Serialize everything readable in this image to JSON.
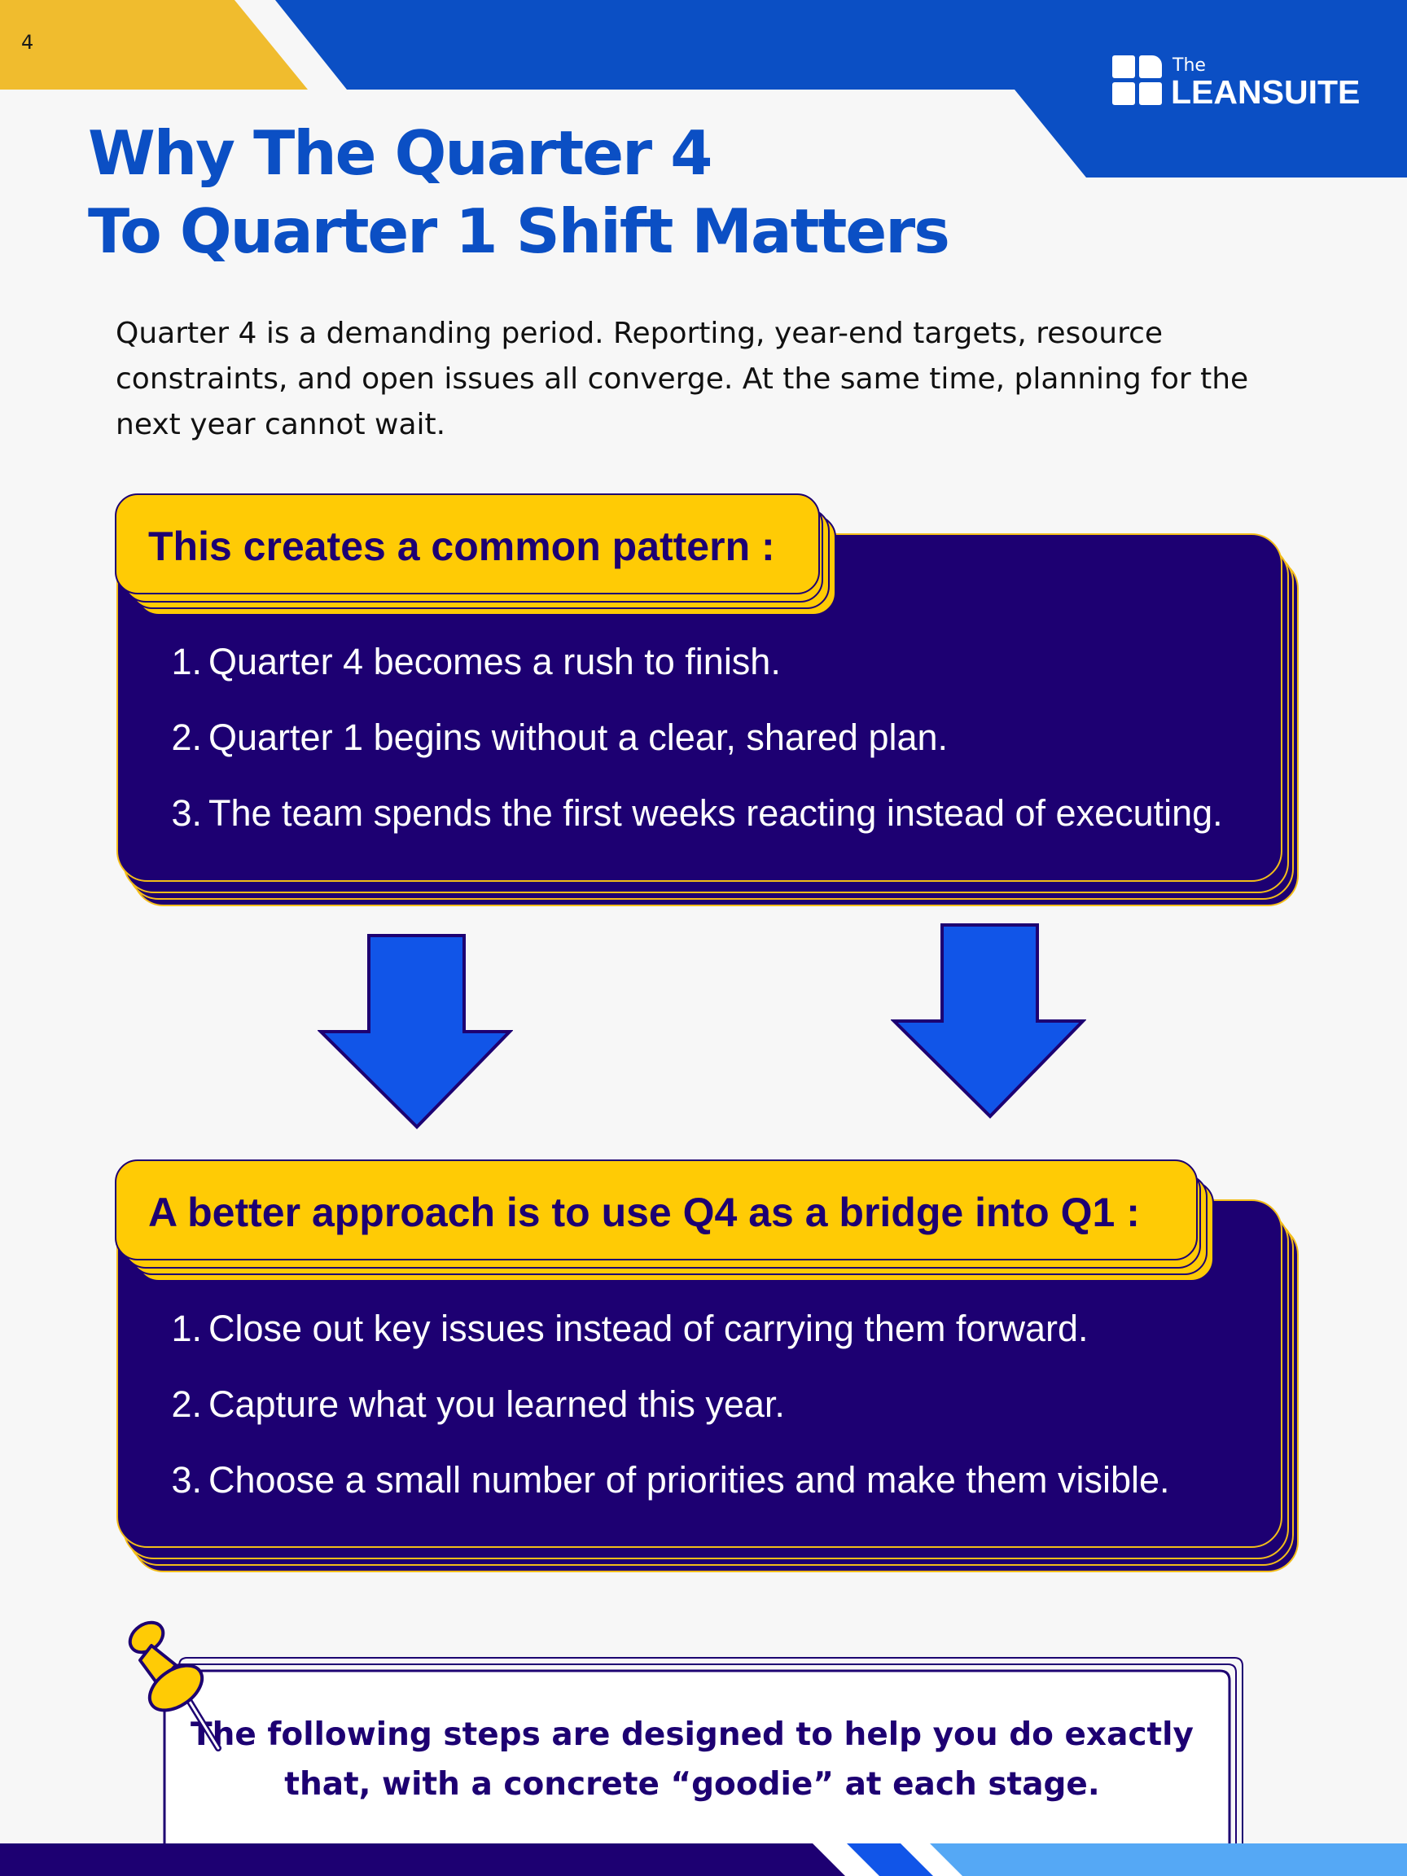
{
  "page_number": "4",
  "brand": {
    "prefix": "The",
    "name": "LEANSUITE"
  },
  "title_lines": [
    "Why The Quarter 4",
    "To Quarter 1 Shift Matters"
  ],
  "intro_lines": [
    "Quarter 4 is a demanding period. Reporting, year-end targets, resource",
    "constraints, and open issues all converge. At the same time, planning for the",
    "next year cannot wait."
  ],
  "pattern_card": {
    "heading": "This creates a common pattern :",
    "items": [
      {
        "num": "1.",
        "text": "Quarter 4 becomes a rush to finish."
      },
      {
        "num": "2.",
        "text": "Quarter 1 begins without a clear, shared plan."
      },
      {
        "num": "3.",
        "text": "The team spends the first weeks reacting instead of executing."
      }
    ]
  },
  "approach_card": {
    "heading": "A better approach is to use Q4 as a bridge into Q1 :",
    "items": [
      {
        "num": "1.",
        "text": "Close out key issues instead of carrying them forward."
      },
      {
        "num": "2.",
        "text": "Capture what you learned this year."
      },
      {
        "num": "3.",
        "text": "Choose a small number of priorities and make them visible."
      }
    ]
  },
  "note_lines": [
    "The following steps are designed to help you do exactly",
    "that, with a concrete “goodie” at each stage."
  ],
  "colors": {
    "brand_blue": "#0b4fc4",
    "navy": "#1d0072",
    "yellow": "#ffcb05",
    "gold": "#f0bc2e",
    "arrow_blue": "#1155e8",
    "light_blue": "#55a8f5"
  }
}
